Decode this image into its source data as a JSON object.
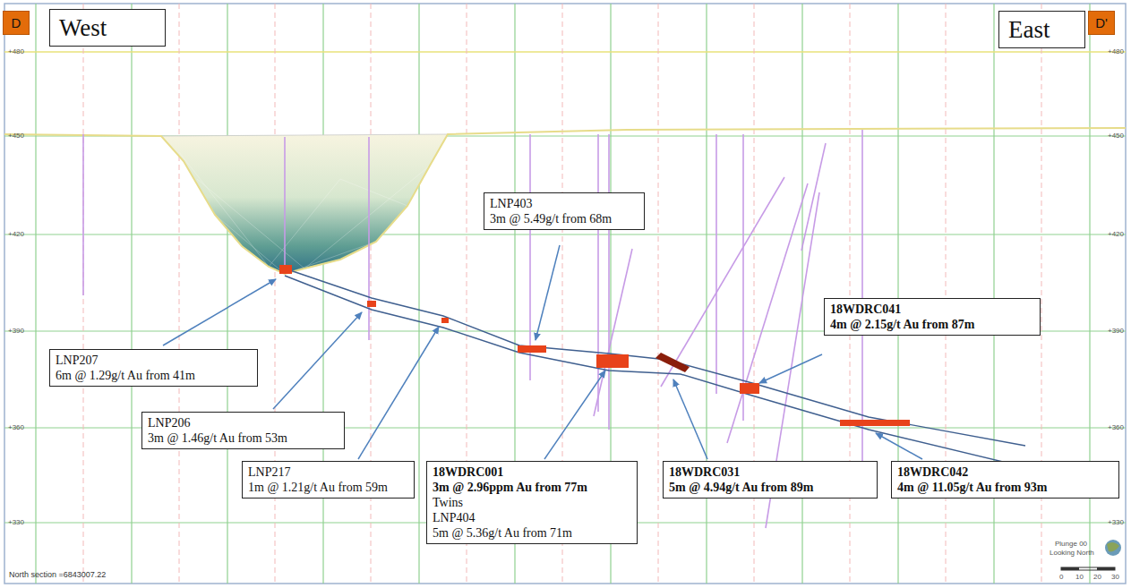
{
  "diagram": {
    "nodes": [
      {
        "text": [
          "D"
        ]
      },
      {
        "text": [
          "West"
        ]
      },
      {
        "text": [
          "East"
        ]
      },
      {
        "text": [
          "D'"
        ]
      },
      {
        "text": [
          "LNP403",
          "3m @ 5.49g/t from 68m"
        ]
      },
      {
        "text": [
          "18WDRC041",
          "4m @ 2.15g/t Au from 87m"
        ]
      },
      {
        "text": [
          "LNP207",
          "6m @ 1.29g/t Au from 41m"
        ]
      },
      {
        "text": [
          "LNP206",
          "3m @ 1.46g/t Au from 53m"
        ]
      },
      {
        "text": [
          "LNP217",
          "1m @ 1.21g/t Au from 59m"
        ]
      },
      {
        "text": [
          "18WDRC001",
          "3m @ 2.96ppm Au from 77m",
          "Twins",
          "LNP404",
          "5m @ 5.36g/t Au from 71m"
        ]
      },
      {
        "text": [
          "18WDRC031",
          "5m @ 4.94g/t Au from 89m"
        ]
      },
      {
        "text": [
          "18WDRC042",
          "4m @ 11.05g/t Au from 93m"
        ]
      }
    ],
    "labels": [
      "+480",
      "+450",
      "+420",
      "+390",
      "+360",
      "+330",
      "+480",
      "+450",
      "+420",
      "+390",
      "+360",
      "+330",
      "North section =6843007.22",
      "Plunge 00",
      "Looking North",
      "0",
      "10",
      "20",
      "30"
    ]
  }
}
